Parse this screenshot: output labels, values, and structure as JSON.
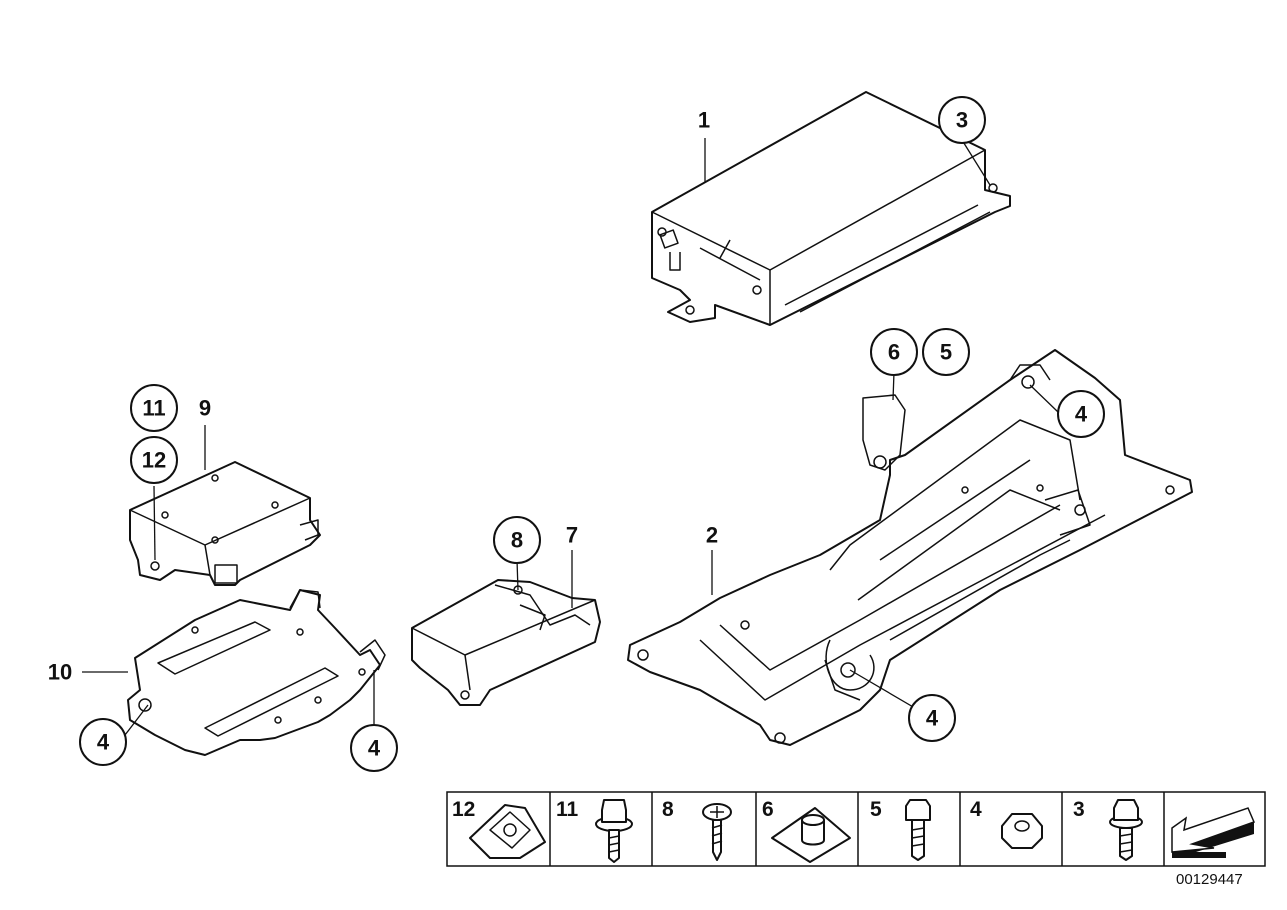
{
  "diagram": {
    "doc_number": "00129447",
    "callouts": {
      "c1": "1",
      "c2": "2",
      "c3": "3",
      "c4a": "4",
      "c4b": "4",
      "c4c": "4",
      "c4d": "4",
      "c5": "5",
      "c6": "6",
      "c7": "7",
      "c8": "8",
      "c9": "9",
      "c10": "10",
      "c11": "11",
      "c12": "12"
    },
    "legend": [
      {
        "number": "12",
        "part": "clip-nut"
      },
      {
        "number": "11",
        "part": "hex-bolt-washer"
      },
      {
        "number": "8",
        "part": "pan-screw"
      },
      {
        "number": "6",
        "part": "clip-nut-sleeve"
      },
      {
        "number": "5",
        "part": "hex-bolt"
      },
      {
        "number": "4",
        "part": "hex-nut"
      },
      {
        "number": "3",
        "part": "flange-bolt"
      },
      {
        "number": "",
        "part": "arrow"
      }
    ]
  }
}
